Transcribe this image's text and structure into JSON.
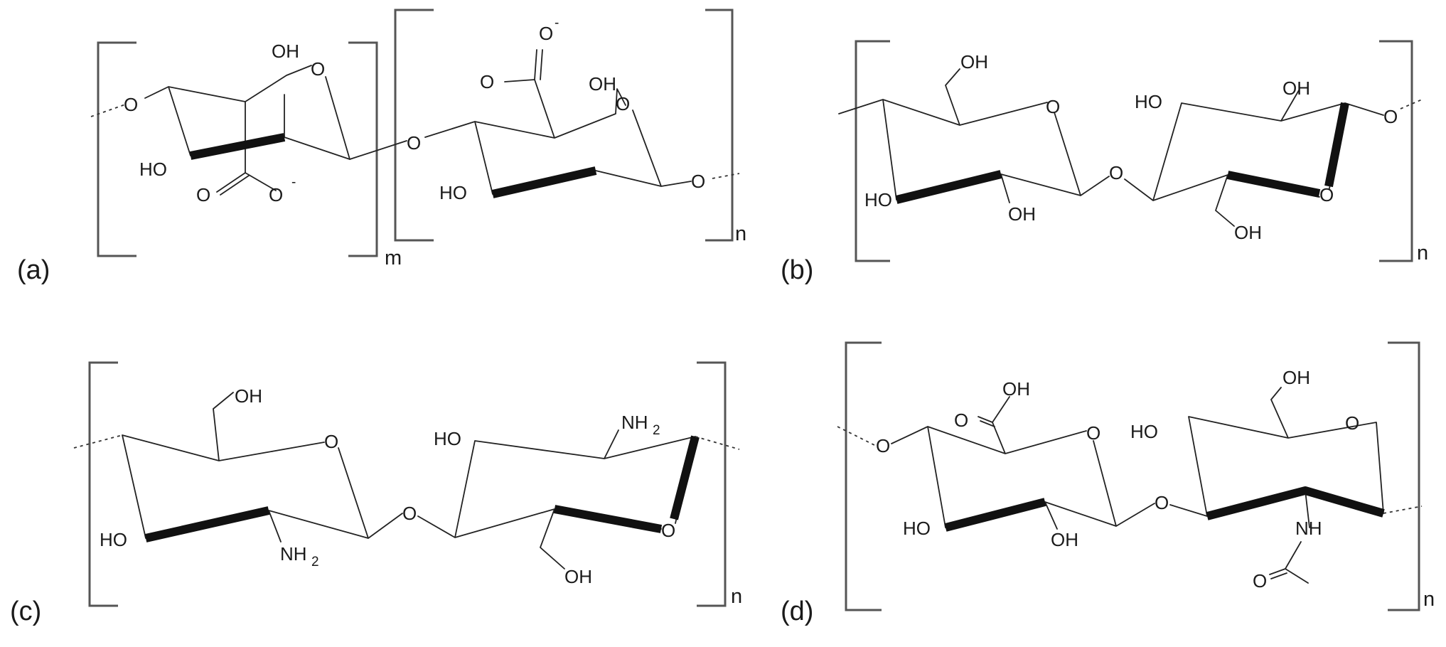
{
  "panels": [
    {
      "label": "(a)",
      "repeat_units": [
        "m",
        "n"
      ]
    },
    {
      "label": "(b)",
      "repeat_units": [
        "n"
      ]
    },
    {
      "label": "(c)",
      "repeat_units": [
        "n"
      ]
    },
    {
      "label": "(d)",
      "repeat_units": [
        "n"
      ]
    }
  ],
  "atoms": {
    "oxygen": "O",
    "hydroxyl": "OH",
    "hydroxyl_left": "HO",
    "amine": "NH",
    "subscript_2": "2",
    "amide_nh": "NH",
    "negative_charge": "-"
  }
}
